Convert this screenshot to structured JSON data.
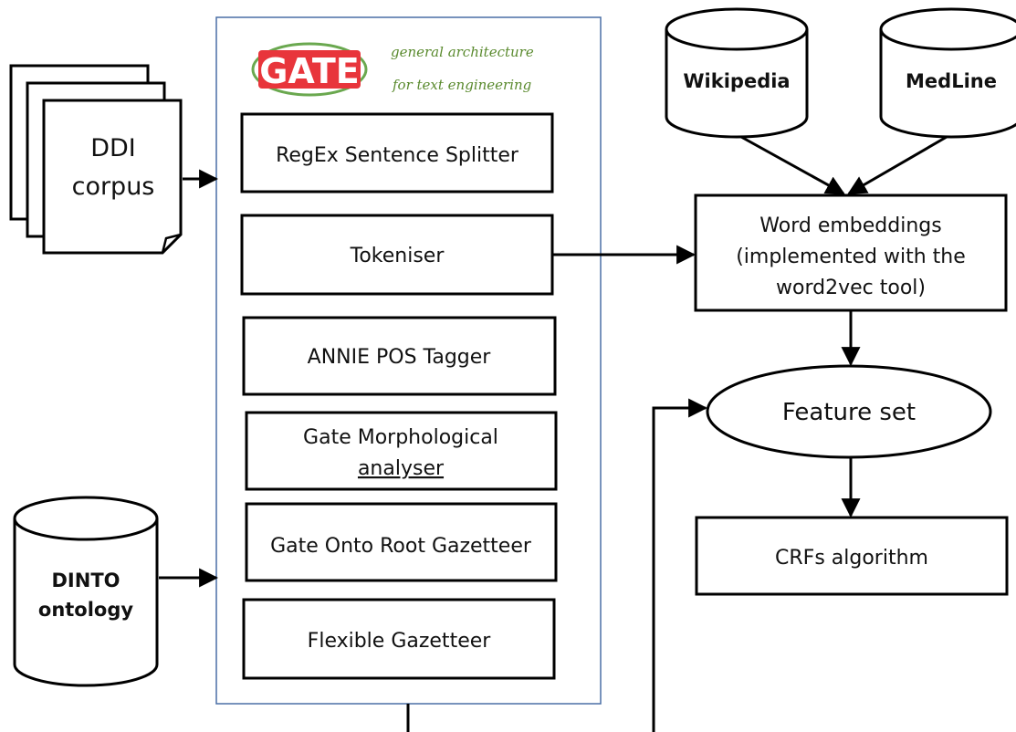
{
  "corpus": {
    "line1": "DDI",
    "line2": "corpus"
  },
  "gate": {
    "logo_text": "GATE",
    "tagline1": "general architecture",
    "tagline2": "for text engineering",
    "modules": [
      {
        "line1": "RegEx Sentence Splitter",
        "line2": ""
      },
      {
        "line1": "Tokeniser",
        "line2": ""
      },
      {
        "line1": "ANNIE POS Tagger",
        "line2": ""
      },
      {
        "line1": "Gate Morphological",
        "line2": "analyser"
      },
      {
        "line1": "Gate Onto Root Gazetteer",
        "line2": ""
      },
      {
        "line1": "Flexible Gazetteer",
        "line2": ""
      }
    ]
  },
  "ontology": {
    "line1": "DINTO",
    "line2": "ontology"
  },
  "sources": [
    {
      "label": "Wikipedia"
    },
    {
      "label": "MedLine"
    }
  ],
  "embeddings": {
    "line1": "Word embeddings",
    "line2": "(implemented with the",
    "line3": "word2vec tool)"
  },
  "feature_set": {
    "label": "Feature set"
  },
  "algorithm": {
    "label": "CRFs algorithm"
  },
  "colors": {
    "gate_border": "#4a6fa5",
    "gate_logo_red": "#e8353b",
    "gate_logo_green": "#6aa84f",
    "stroke": "#000000"
  }
}
